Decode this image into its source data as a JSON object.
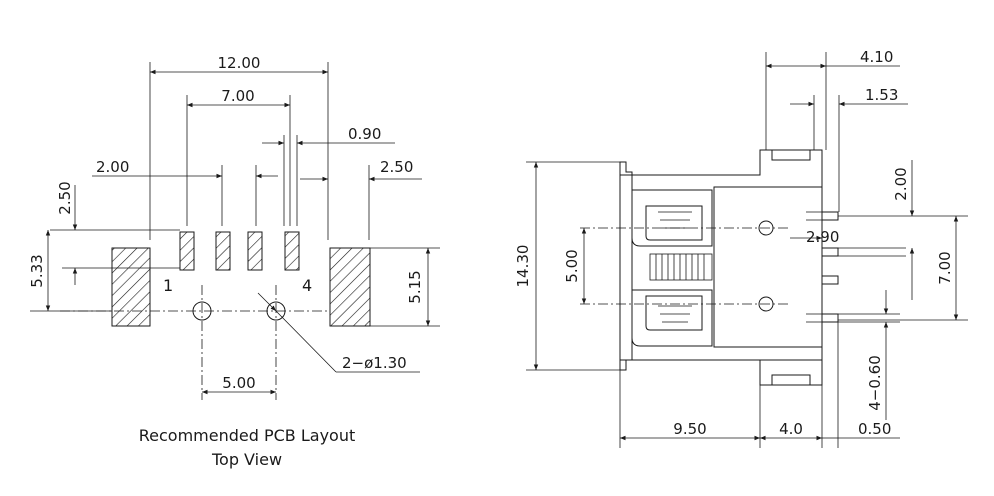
{
  "pcb_layout": {
    "caption_line1": "Recommended PCB Layout",
    "caption_line2": "Top View",
    "dims": {
      "overall_width": "12.00",
      "inner_span": "7.00",
      "pin_width": "0.90",
      "left_pad_offset": "2.00",
      "right_pad_offset": "2.50",
      "vertical_offset": "2.50",
      "left_height": "5.33",
      "right_height": "5.15",
      "hole_spacing": "5.00",
      "hole_note": "2−ø1.30",
      "pin_label_1": "1",
      "pin_label_4": "4"
    }
  },
  "side_view": {
    "dims": {
      "top_width": "4.10",
      "top_small": "1.53",
      "height_total": "14.30",
      "hole_spacing": "5.00",
      "pin_pitch": "2.90",
      "right_upper": "2.00",
      "right_span": "7.00",
      "pin_width_note": "4−0.60",
      "bottom_left": "9.50",
      "bottom_mid": "4.0",
      "bottom_right": "0.50"
    }
  }
}
